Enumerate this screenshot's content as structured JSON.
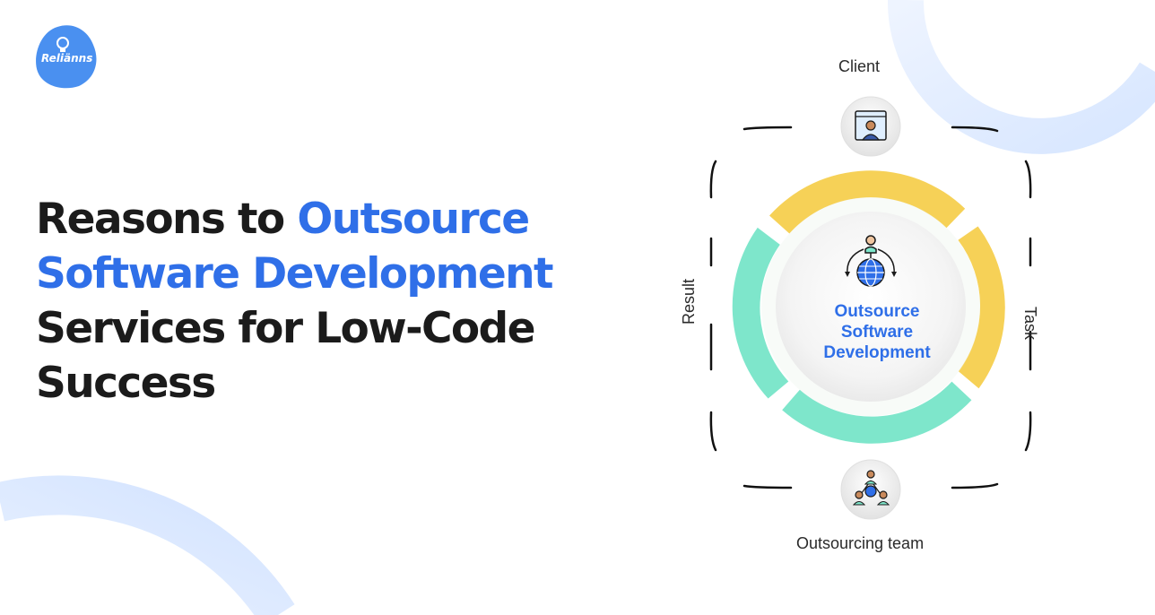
{
  "brand": {
    "logo_text": "Reliänns",
    "logo_color": "#4a90f0"
  },
  "headline": {
    "line1_plain": "Reasons to ",
    "line1_accent": "Outsource",
    "line2_accent": "Software Development",
    "line3": "Services for Low-Code",
    "line4": "Success",
    "accent_color": "#2f6fe8"
  },
  "diagram": {
    "center_lines": [
      "Outsource",
      "Software",
      "Development"
    ],
    "labels": {
      "top": "Client",
      "bottom": "Outsourcing team",
      "right": "Task",
      "left": "Result"
    },
    "icons": {
      "top": "client-avatar-icon",
      "bottom": "team-network-icon",
      "center": "globe-outsourcing-icon"
    },
    "colors": {
      "yellow": "#f6d157",
      "teal": "#7ee6cb",
      "text_blue": "#2f6fe8",
      "bracket": "#111111"
    }
  }
}
